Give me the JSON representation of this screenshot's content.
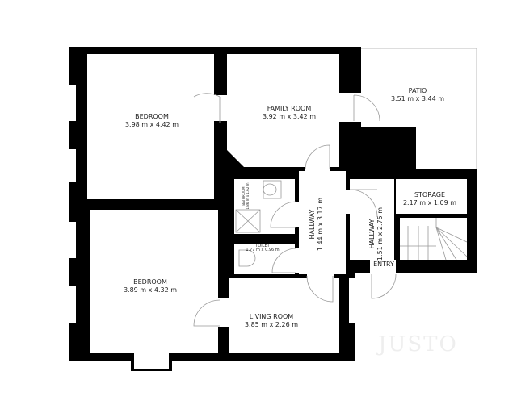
{
  "rooms": [
    {
      "name": "BEDROOM",
      "size": "3.98 m x 4.42 m"
    },
    {
      "name": "FAMILY ROOM",
      "size": "3.92 m x 3.42 m"
    },
    {
      "name": "PATIO",
      "size": "3.51 m x 3.44 m"
    },
    {
      "name": "STORAGE",
      "size": "2.17 m x 1.09 m"
    },
    {
      "name": "HALLWAY",
      "size": "1.44 m x 3.17 m"
    },
    {
      "name": "HALLWAY",
      "size": "1.51 m x 2.75 m"
    },
    {
      "name": "BATHROOM",
      "size": "1.86 m x 1.62 m"
    },
    {
      "name": "TOILET",
      "size": "1.77 m x 0.96 m"
    },
    {
      "name": "BEDROOM",
      "size": "3.89 m x 4.32 m"
    },
    {
      "name": "LIVING ROOM",
      "size": "3.85 m x 2.26 m"
    }
  ],
  "entry_label": "ENTRY",
  "watermark": "JUSTO",
  "colors": {
    "wall": "#000000",
    "floor": "#ffffff",
    "fixture": "#aaaaaa"
  }
}
